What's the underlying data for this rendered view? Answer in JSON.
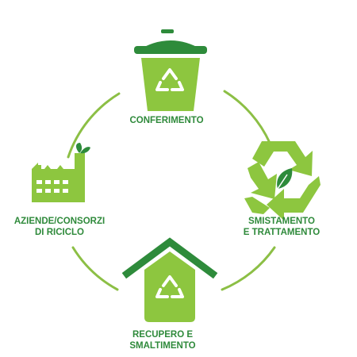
{
  "colors": {
    "ring": "#8cbf45",
    "icon_green": "#8dc63f",
    "dark_green": "#2e8b3b",
    "white": "#ffffff"
  },
  "steps": [
    {
      "id": "conferimento",
      "icon": "recycle-bin-icon",
      "lines": [
        "CONFERIMENTO"
      ]
    },
    {
      "id": "smistamento",
      "icon": "recycle-arrows-icon",
      "lines": [
        "SMISTAMENTO",
        "E TRATTAMENTO"
      ]
    },
    {
      "id": "recupero",
      "icon": "recycle-house-icon",
      "lines": [
        "RECUPERO E",
        "SMALTIMENTO"
      ]
    },
    {
      "id": "aziende",
      "icon": "factory-icon",
      "lines": [
        "AZIENDE/CONSORZI",
        "DI RICICLO"
      ]
    }
  ]
}
